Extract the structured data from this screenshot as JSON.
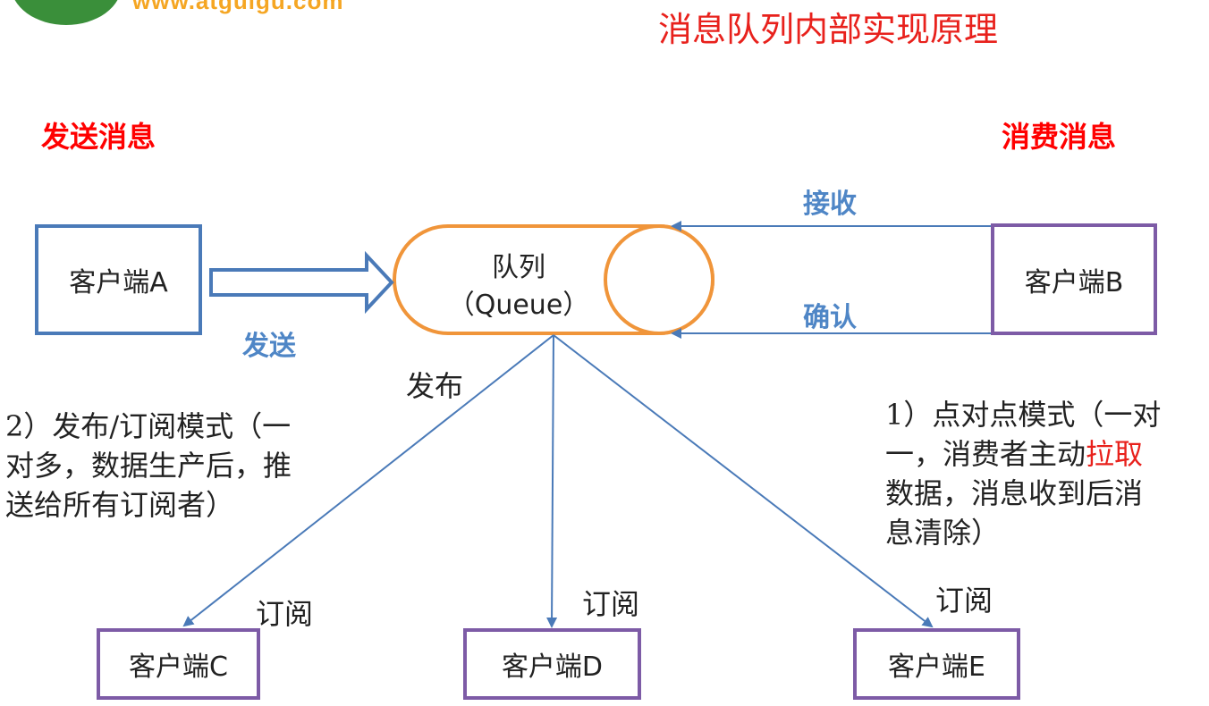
{
  "header": {
    "logo_url_text": "www.atguigu.com",
    "title": "消息队列内部实现原理"
  },
  "sections": {
    "send_title": "发送消息",
    "consume_title": "消费消息"
  },
  "clients": {
    "a": "客户端A",
    "b": "客户端B",
    "c": "客户端C",
    "d": "客户端D",
    "e": "客户端E"
  },
  "queue": {
    "line1": "队列",
    "line2": "（Queue）"
  },
  "flows": {
    "send": "发送",
    "receive": "接收",
    "confirm": "确认",
    "publish": "发布",
    "subscribe_c": "订阅",
    "subscribe_d": "订阅",
    "subscribe_e": "订阅"
  },
  "notes": {
    "pubsub_line1": "2）发布/订阅模式（一",
    "pubsub_line2": "对多，数据生产后，推",
    "pubsub_line3": "送给所有订阅者）",
    "p2p_line1": "1）点对点模式（一对",
    "p2p_line2_pre": "一，消费者主动",
    "p2p_line2_highlight": "拉取",
    "p2p_line3": "数据，消息收到后消",
    "p2p_line4": "息清除）"
  },
  "colors": {
    "title_red": "#e8211c",
    "section_red": "#ff0000",
    "label_blue": "#4f86c6",
    "box_blue_border": "#4a7ab8",
    "box_purple_border": "#7d5ba6",
    "queue_orange": "#f0953a",
    "line_blue": "#4a7ab8"
  }
}
